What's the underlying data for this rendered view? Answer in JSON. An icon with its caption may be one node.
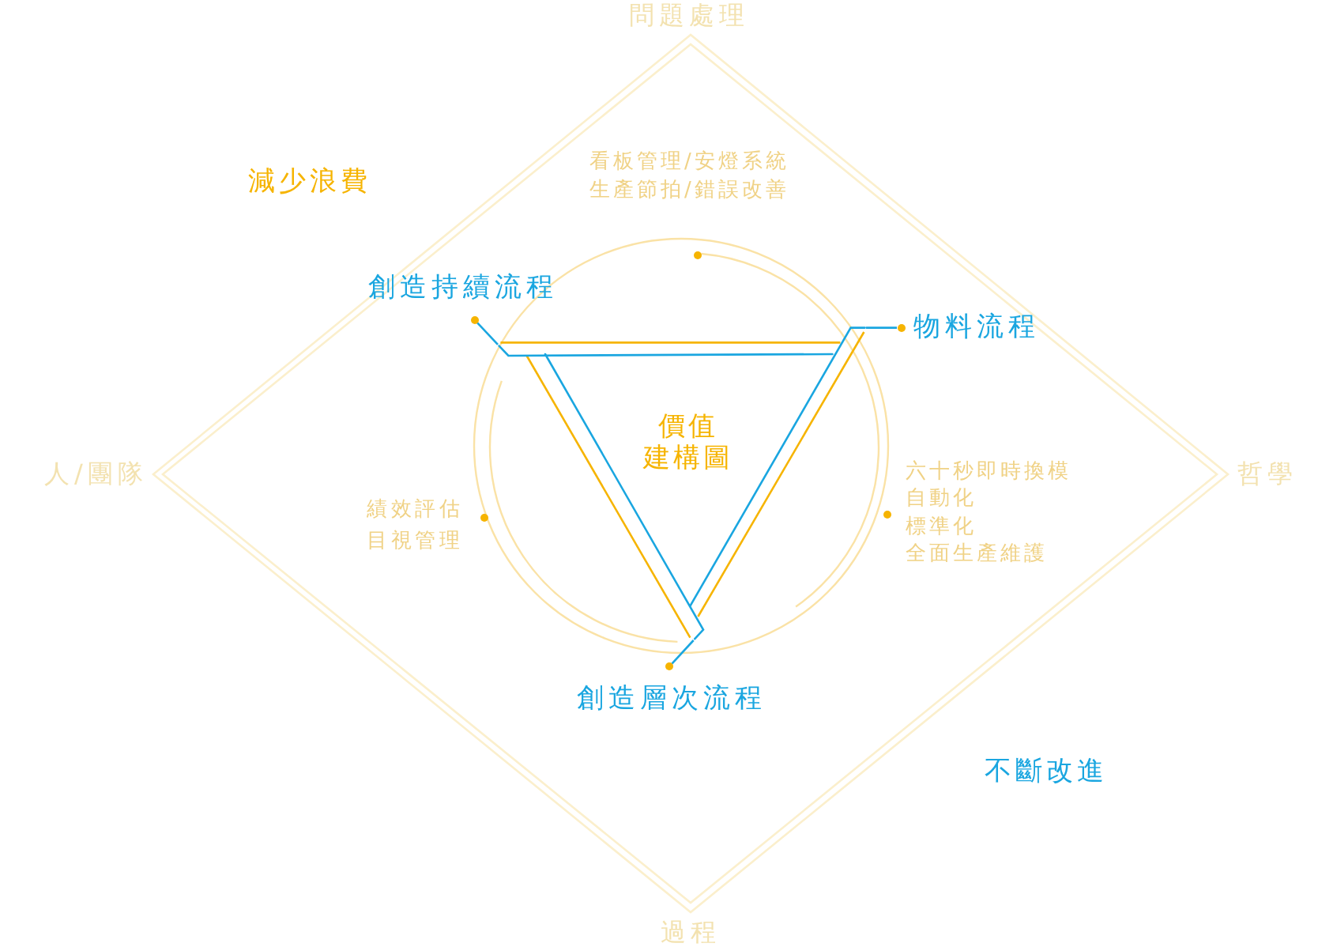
{
  "diagram": {
    "nodes": [
      {
        "text": [
          "價值建構圖"
        ]
      },
      {
        "text": [],
        "shape": "circle",
        "beside": [
          "創造持續流程"
        ]
      },
      {
        "text": [],
        "shape": "circle",
        "beside": [
          "物料流程"
        ]
      },
      {
        "text": [],
        "shape": "circle",
        "beside": [
          "創造層次流程"
        ]
      }
    ],
    "edges": [
      {
        "from": 1,
        "to": 0,
        "arrow": "none"
      },
      {
        "from": 2,
        "to": 0,
        "arrow": "none"
      },
      {
        "from": 3,
        "to": 0,
        "arrow": "none"
      }
    ],
    "labels": [
      "問題處理",
      "減少浪費",
      "看板管理/安燈系統",
      "生產節拍/錯誤改善",
      "人/團隊",
      "績效評估",
      "目視管理",
      "六十秒即時換模",
      "自動化",
      "標準化",
      "全面生產維護",
      "哲學",
      "不斷改進",
      "過程"
    ]
  }
}
